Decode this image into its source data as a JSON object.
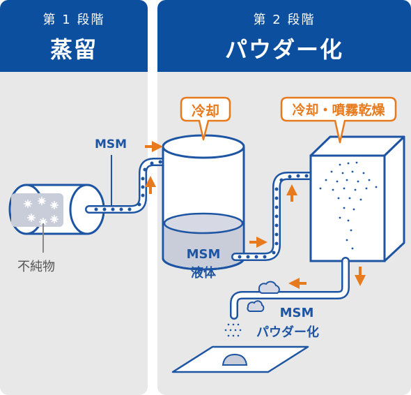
{
  "colors": {
    "navy": "#0c4f9f",
    "blue": "#1d55a3",
    "panel": "#e8e8e8",
    "orange": "#e87a1e",
    "liquid": "#c9cdda"
  },
  "stage1": {
    "label": "第 1 段階",
    "title": "蒸留"
  },
  "stage2": {
    "label": "第 2 段階",
    "title": "パウダー化"
  },
  "labels": {
    "msm_top": "MSM",
    "impurities": "不純物",
    "liquid_line1": "MSM",
    "liquid_line2": "液体",
    "powder_line1": "MSM",
    "powder_line2": "パウダー化"
  },
  "callouts": {
    "cooling": "冷却",
    "cooling_spray": "冷却・噴霧乾燥"
  }
}
